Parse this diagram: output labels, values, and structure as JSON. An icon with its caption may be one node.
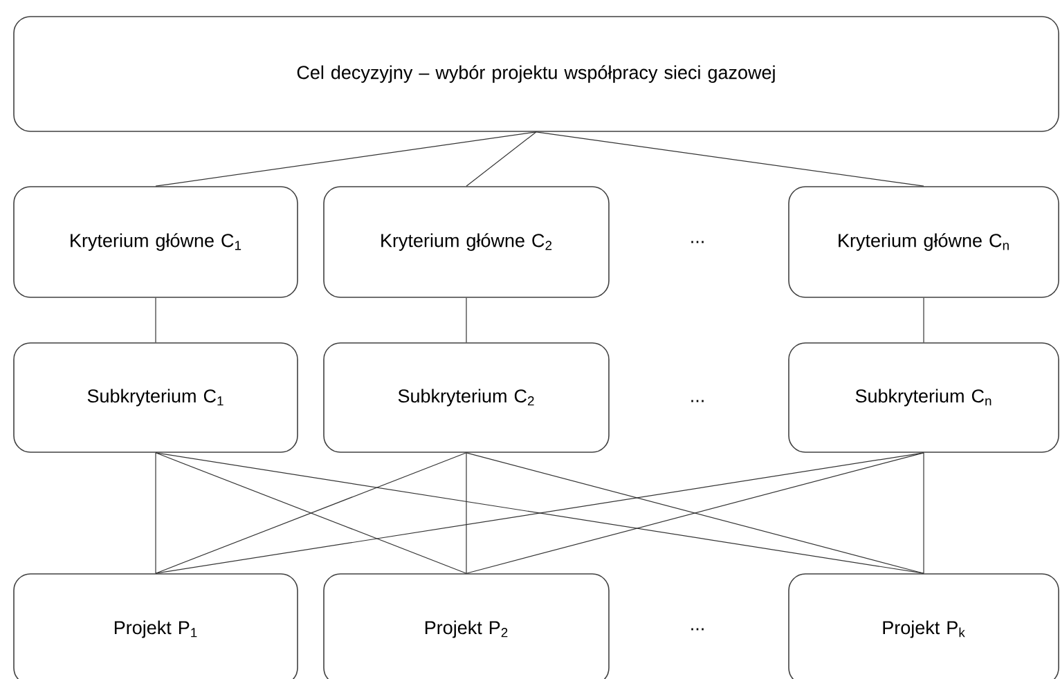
{
  "diagram": {
    "nodes": [
      {
        "text": [
          "Cel decyzyjny – wybór projektu współpracy sieci gazowej"
        ]
      },
      {
        "text": [
          "Kryterium główne C$_{1}$"
        ]
      },
      {
        "text": [
          "Kryterium główne C$_{2}$"
        ]
      },
      {
        "text": [
          "Kryterium główne C$_{n}$"
        ]
      },
      {
        "text": [
          "Subkryterium C$_{1}$"
        ]
      },
      {
        "text": [
          "Subkryterium C$_{2}$"
        ]
      },
      {
        "text": [
          "Subkryterium C$_{n}$"
        ]
      },
      {
        "text": [
          "Projekt P$_{1}$"
        ]
      },
      {
        "text": [
          "Projekt P$_{2}$"
        ]
      },
      {
        "text": [
          "Projekt P$_{k}$"
        ]
      }
    ],
    "edges": [
      {
        "from": 0,
        "to": 1,
        "arrow": "none"
      },
      {
        "from": 0,
        "to": 2,
        "arrow": "none"
      },
      {
        "from": 0,
        "to": 3,
        "arrow": "none"
      },
      {
        "from": 1,
        "to": 4,
        "arrow": "none"
      },
      {
        "from": 2,
        "to": 5,
        "arrow": "none"
      },
      {
        "from": 3,
        "to": 6,
        "arrow": "none"
      },
      {
        "from": 4,
        "to": 7,
        "arrow": "none"
      },
      {
        "from": 4,
        "to": 8,
        "arrow": "none"
      },
      {
        "from": 4,
        "to": 9,
        "arrow": "none"
      },
      {
        "from": 5,
        "to": 7,
        "arrow": "none"
      },
      {
        "from": 5,
        "to": 8,
        "arrow": "none"
      },
      {
        "from": 5,
        "to": 9,
        "arrow": "none"
      },
      {
        "from": 6,
        "to": 7,
        "arrow": "none"
      },
      {
        "from": 6,
        "to": 8,
        "arrow": "none"
      },
      {
        "from": 6,
        "to": 9,
        "arrow": "none"
      }
    ],
    "labels": [
      "...",
      "...",
      "..."
    ]
  }
}
